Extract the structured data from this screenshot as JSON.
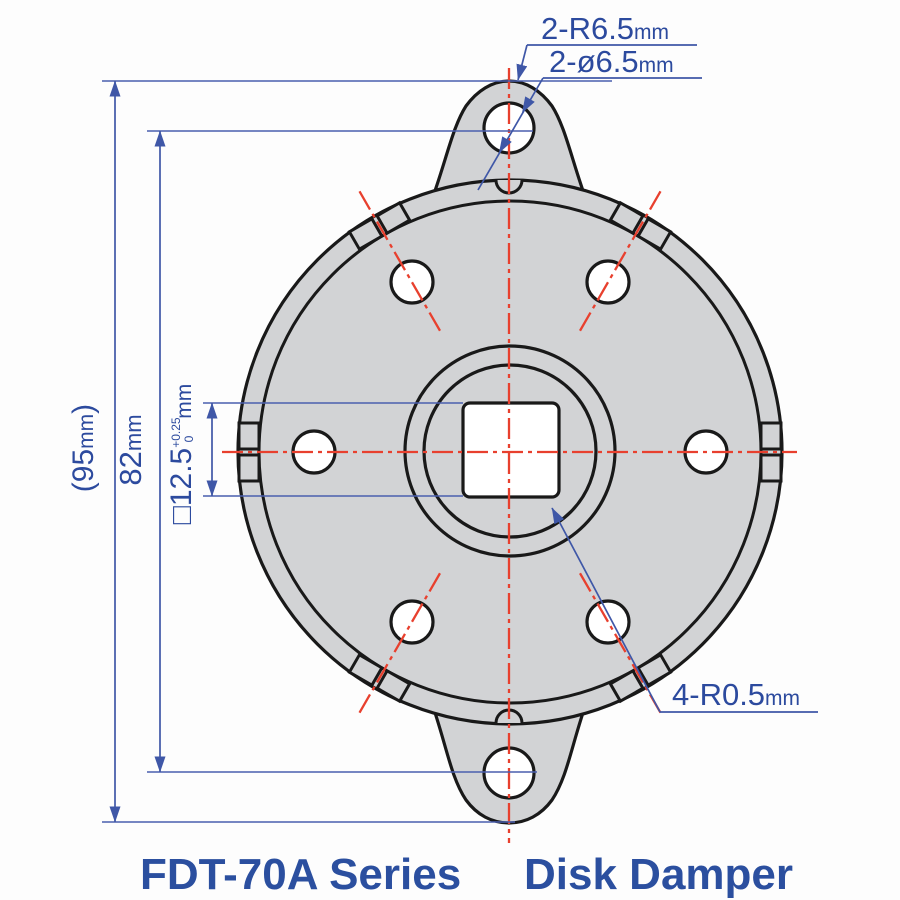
{
  "drawing": {
    "title_series": "FDT-70A Series",
    "title_product": "Disk Damper",
    "callout_tab_radius": {
      "value": "2-R6.5",
      "unit": "mm"
    },
    "callout_tab_hole": {
      "value": "2-ø6.5",
      "unit": "mm"
    },
    "callout_corner_radius": {
      "value": "4-R0.5",
      "unit": "mm"
    },
    "dim_overall_height": {
      "open": "(",
      "value": "95",
      "unit": "mm",
      "close": ")"
    },
    "dim_hole_pitch": {
      "value": "82",
      "unit": "mm"
    },
    "dim_square_hole": {
      "value": "□12.5",
      "tol_upper": "+0.25",
      "tol_lower": "0",
      "unit": "mm"
    }
  },
  "colors": {
    "body_fill": "#d2d3d5",
    "outline": "#191919",
    "centerline_red": "#e8402e",
    "dimension_blue": "#3f57a7",
    "text_blue": "#2c4a9e"
  }
}
